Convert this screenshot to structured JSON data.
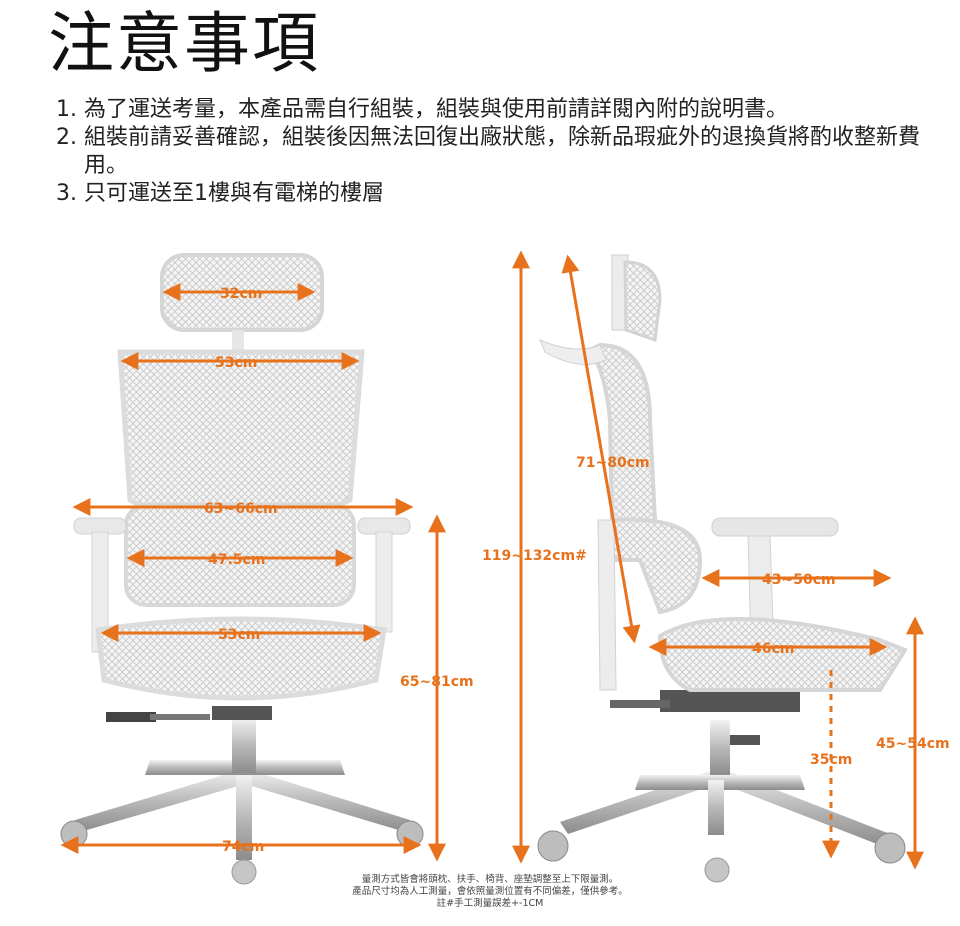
{
  "title": "注意事項",
  "notes": [
    {
      "num": "1.",
      "text": "為了運送考量，本產品需自行組裝，組裝與使用前請詳閱內附的說明書。"
    },
    {
      "num": "2.",
      "text": "組裝前請妥善確認，組裝後因無法回復出廠狀態，除新品瑕疵外的退換貨將酌收整新費用。"
    },
    {
      "num": "3.",
      "text": "只可運送至1樓與有電梯的樓層"
    }
  ],
  "dimensions": {
    "headrest_width": "32cm",
    "backrest_width": "53cm",
    "armrest_span": "63~66cm",
    "lumbar_width": "47.5cm",
    "seat_width": "53cm",
    "base_width": "74cm",
    "armrest_height": "65~81cm",
    "total_height": "119~132cm#",
    "back_height": "71~80cm",
    "arm_to_back": "43~50cm",
    "seat_depth": "46cm",
    "seat_to_floor": "35cm",
    "seat_height": "45~54cm"
  },
  "footer": [
    "量測方式皆會將頭枕、扶手、椅背、座墊調整至上下限量測。",
    "產品尺寸均為人工測量，會依照量測位置有不同偏差，僅供參考。",
    "註#手工測量誤差+-1CM"
  ],
  "colors": {
    "accent": "#e8721c",
    "mesh": "#cfcfcf",
    "frame": "#e9e9e9"
  }
}
